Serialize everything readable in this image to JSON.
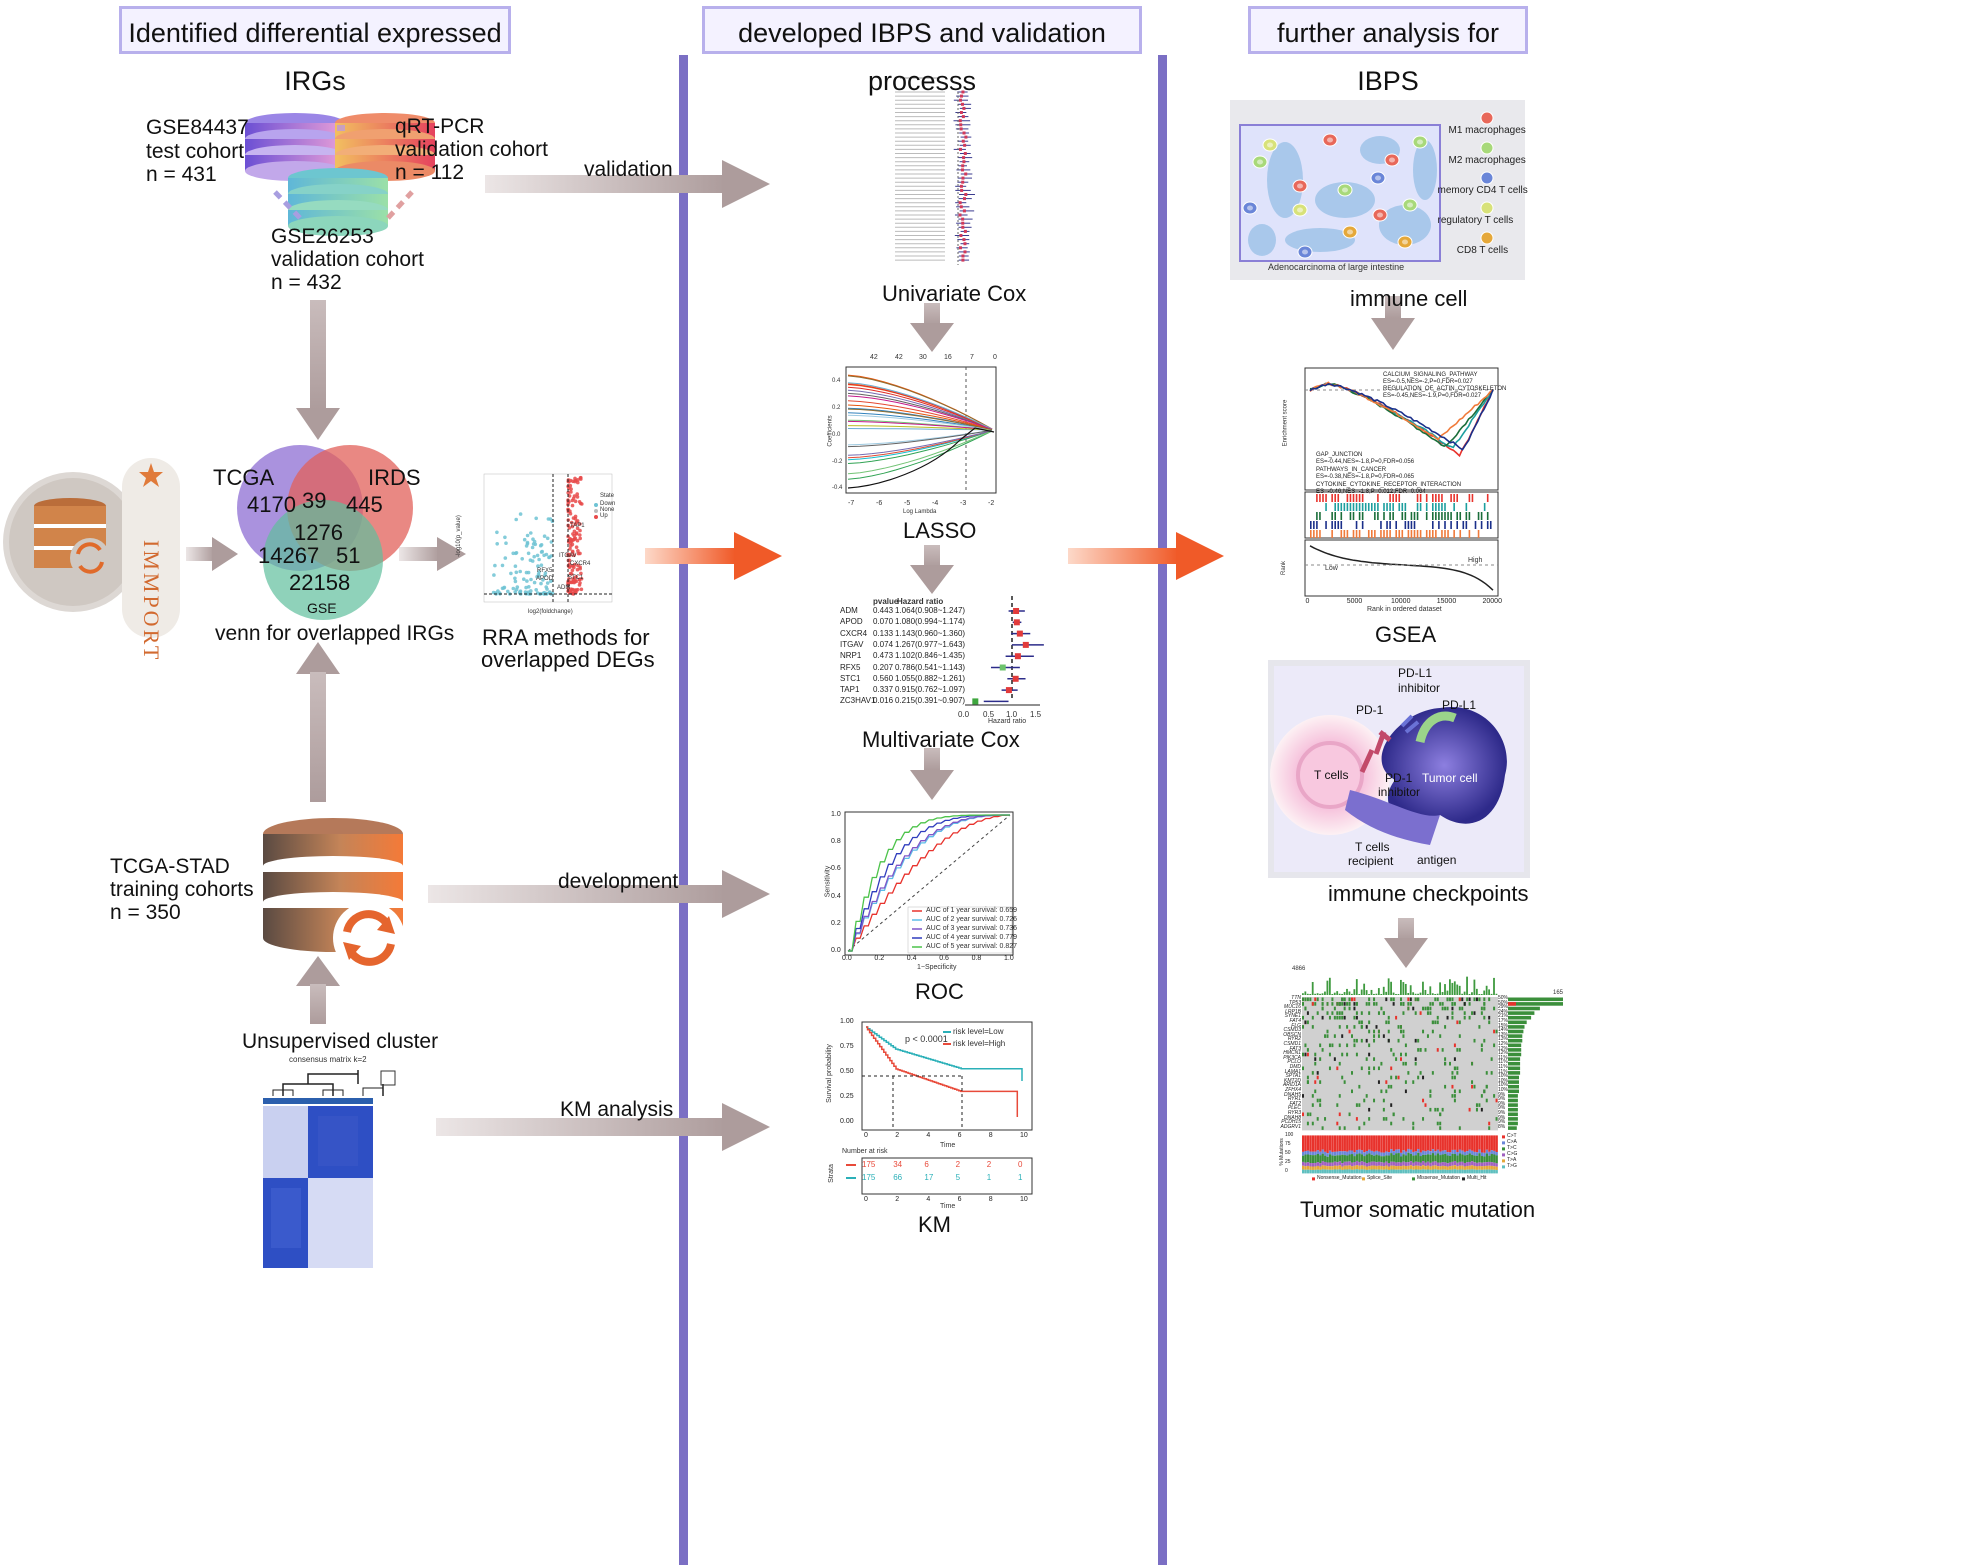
{
  "headers": {
    "left": "Identified differential expressed IRGs",
    "middle": "developed IBPS and validation processs",
    "right": "further analysis for IBPS"
  },
  "cohorts": {
    "gse84437": [
      "GSE84437",
      "test cohort",
      "n = 431"
    ],
    "qrtpcr": [
      "qRT-PCR",
      "validation cohort",
      "n = 112"
    ],
    "gse26253": [
      "GSE26253",
      "validation cohort",
      "n = 432"
    ],
    "tcga_stad": [
      "TCGA-STAD",
      "training cohorts",
      "n = 350"
    ]
  },
  "arrows": {
    "validation": "validation",
    "development": "development",
    "km_analysis": "KM analysis"
  },
  "venn": {
    "set_tcga": "TCGA",
    "set_irds": "IRDS",
    "set_gse": "GSE",
    "n_tcga_only": "4170",
    "n_tcga_irds": "39",
    "n_irds_only": "445",
    "n_all": "1276",
    "n_tcga_gse": "14267",
    "n_irds_gse": "51",
    "n_gse_only": "22158",
    "caption": "venn for overlapped IRGs"
  },
  "immport_logo": "IMMPORT",
  "volcano": {
    "caption": [
      "RRA methods for",
      "overlapped DEGs"
    ],
    "legend_title": "State",
    "legend": [
      "Down",
      "None",
      "Up"
    ],
    "genes": [
      "TAP1",
      "ITGAV",
      "CXCR4",
      "RFX5",
      "STC1",
      "APOD",
      "ADM"
    ],
    "xlabel": "log2(foldchange)",
    "ylabel": "-log10(p_value)"
  },
  "unsupervised": {
    "caption": "Unsupervised cluster",
    "title": "consensus matrix k=2"
  },
  "univariate": {
    "caption": "Univariate Cox"
  },
  "lasso": {
    "caption": "LASSO",
    "top_ticks": [
      "42",
      "42",
      "30",
      "16",
      "7",
      "0"
    ],
    "xlabel": "Log Lambda",
    "ylabel": "Coefficients",
    "x_ticks": [
      "-7",
      "-6",
      "-5",
      "-4",
      "-3",
      "-2"
    ],
    "y_ticks": [
      "0.4",
      "0.2",
      "0.0",
      "-0.2",
      "-0.4"
    ]
  },
  "multivariate": {
    "caption": "Multivariate Cox",
    "col_pvalue": "pvalue",
    "col_hr": "Hazard ratio",
    "rows": [
      {
        "gene": "ADM",
        "p": "0.443",
        "hr": "1.064(0.908~1.247)"
      },
      {
        "gene": "APOD",
        "p": "0.070",
        "hr": "1.080(0.994~1.174)"
      },
      {
        "gene": "CXCR4",
        "p": "0.133",
        "hr": "1.143(0.960~1.360)"
      },
      {
        "gene": "ITGAV",
        "p": "0.074",
        "hr": "1.267(0.977~1.643)"
      },
      {
        "gene": "NRP1",
        "p": "0.473",
        "hr": "1.102(0.846~1.435)"
      },
      {
        "gene": "RFX5",
        "p": "0.207",
        "hr": "0.786(0.541~1.143)"
      },
      {
        "gene": "STC1",
        "p": "0.560",
        "hr": "1.055(0.882~1.261)"
      },
      {
        "gene": "TAP1",
        "p": "0.337",
        "hr": "0.915(0.762~1.097)"
      },
      {
        "gene": "ZC3HAV1",
        "p": "0.016",
        "hr": "0.215(0.391~0.907)"
      }
    ],
    "x_ticks": [
      "0.0",
      "0.5",
      "1.0",
      "1.5"
    ],
    "xlabel": "Hazard ratio"
  },
  "roc": {
    "caption": "ROC",
    "legend": [
      "AUC of 1 year survival:  0.659",
      "AUC of 2 year survival:  0.726",
      "AUC of 3 year survival:  0.736",
      "AUC of 4 year survival:  0.779",
      "AUC of 5 year survival:  0.827"
    ],
    "xlabel": "1−Specificity",
    "ylabel": "Sensitivity",
    "ticks": [
      "0.0",
      "0.2",
      "0.4",
      "0.6",
      "0.8",
      "1.0"
    ]
  },
  "km": {
    "caption": "KM",
    "pvalue": "p < 0.0001",
    "legend": [
      "risk level=Low",
      "risk level=High"
    ],
    "ylabel": "Survival probability",
    "y_ticks": [
      "1.00",
      "0.75",
      "0.50",
      "0.25",
      "0.00"
    ],
    "x_ticks": [
      "0",
      "2",
      "4",
      "6",
      "8",
      "10"
    ],
    "xlabel": "Time",
    "risk_title": "Number at risk",
    "strata_label": "Strata",
    "risk_high": [
      "175",
      "34",
      "6",
      "2",
      "2",
      "0"
    ],
    "risk_low": [
      "175",
      "66",
      "17",
      "5",
      "1",
      "1"
    ]
  },
  "immune_cell": {
    "caption": "immune cell",
    "tissue": "Adenocarcinoma of large intestine",
    "legend": [
      "M1 macrophages",
      "M2 macrophages",
      "memory CD4 T cells",
      "regulatory T cells",
      "CD8 T cells"
    ]
  },
  "gsea": {
    "caption": "GSEA",
    "terms": [
      "CALCIUM_SIGNALING_PATHWAY",
      "ES=-0.5,NES=-2,P=0,FDR=0.027",
      "REGULATION_OF_ACTIN_CYTOSKELETON",
      "ES=-0.45,NES=-1.9,P=0,FDR=0.027",
      "GAP_JUNCTION",
      "ES=-0.44,NES=-1.8,P=0,FDR=0.056",
      "PATHWAYS_IN_CANCER",
      "ES=-0.38,NES=-1.8,P=0,FDR=0.065",
      "CYTOKINE_CYTOKINE_RECEPTOR_INTERACTION",
      "ES=-0.46,NES=-1.8,P=0.012,FDR=0.064"
    ],
    "ylabel": "Enrichment score",
    "rank_ylabel": "Rank",
    "xlabel": "Rank in ordered dataset",
    "x_ticks": [
      "0",
      "5000",
      "10000",
      "15000",
      "20000"
    ],
    "rank_low": "Low",
    "rank_high": "High"
  },
  "checkpoints": {
    "caption": "immune checkpoints",
    "pd1": "PD-1",
    "pdl1": "PD-L1",
    "pdl1_inhibitor": [
      "PD-L1",
      "inhibitor"
    ],
    "pd1_inhibitor": [
      "PD-1",
      "inhibitor"
    ],
    "t_cells": "T cells",
    "tumor_cell": "Tumor cell",
    "recipient": [
      "T cells",
      "recipient"
    ],
    "antigen": "antigen"
  },
  "mutation": {
    "caption": "Tumor somatic mutation",
    "genes": [
      "TTN",
      "TP53",
      "MUC16",
      "LRP1B",
      "SYNE1",
      "FAT4",
      "FLG",
      "CSMD3",
      "OBSCN",
      "RYR2",
      "CSMD1",
      "FAT3",
      "HMCN1",
      "PIK3CA",
      "PCLO",
      "DMD",
      "LAMA1",
      "SPTA1",
      "KMT2D",
      "ARID1A",
      "ZFHX4",
      "DNAH5",
      "RYR1",
      "FAT2",
      "PLEC",
      "RYR3",
      "DNAH8",
      "PCDH15",
      "ADGRV1"
    ],
    "pct": [
      "50%",
      "50%",
      "29%",
      "24%",
      "21%",
      "17%",
      "15%",
      "14%",
      "13%",
      "13%",
      "12%",
      "12%",
      "12%",
      "11%",
      "11%",
      "11%",
      "11%",
      "10%",
      "10%",
      "10%",
      "10%",
      "9%",
      "9%",
      "9%",
      "9%",
      "9%",
      "9%",
      "9%",
      "8%"
    ],
    "top_max": "4866",
    "right_max": "165",
    "legend": [
      "Nonsense_Mutation",
      "Splice_Site",
      "Missense_Mutation",
      "Multi_Hit"
    ],
    "ti_tv": [
      "C>T",
      "C>A",
      "T>C",
      "C>G",
      "T>A",
      "T>G"
    ],
    "pct_label": "% Mutations",
    "pct_ticks": [
      "100",
      "75",
      "50",
      "25",
      "0"
    ]
  },
  "colors": {
    "header_border": "#b8b0ec",
    "divider": "#7b6fc4",
    "grey_arrow": "#b09f9f",
    "orange_arrow": "#f05a28",
    "venn_tcga": "#9b7fd8",
    "venn_irds": "#e2605a",
    "venn_gse": "#5fbf9c"
  }
}
